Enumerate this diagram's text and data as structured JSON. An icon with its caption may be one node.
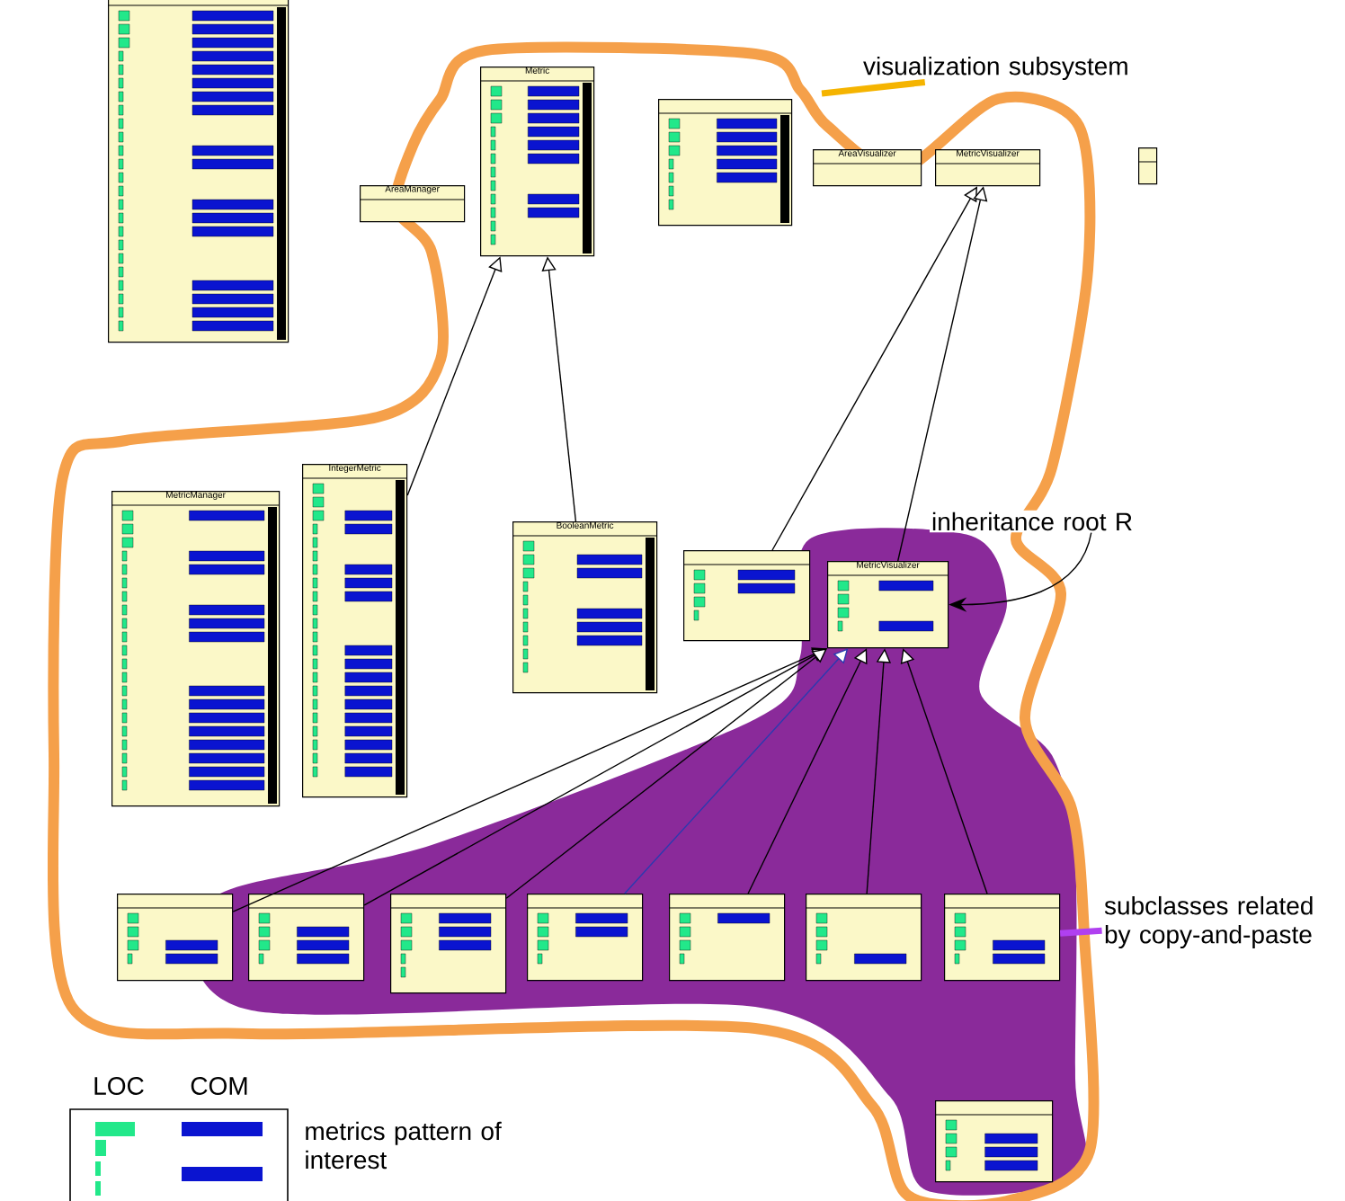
{
  "diagram": {
    "nodes": [
      {
        "text": [],
        "shape": "box"
      },
      {
        "text": [
          "AreaManager"
        ]
      },
      {
        "text": [
          "Metric"
        ]
      },
      {
        "text": [],
        "shape": "box"
      },
      {
        "text": [
          "AreaVisualizer"
        ]
      },
      {
        "text": [
          "MetricVisualizer"
        ]
      },
      {
        "text": [],
        "shape": "box"
      },
      {
        "text": [
          "MetricManager"
        ]
      },
      {
        "text": [
          "IntegerMetric"
        ]
      },
      {
        "text": [
          "BooleanMetric"
        ]
      },
      {
        "text": [],
        "shape": "box"
      },
      {
        "text": [
          "MetricVisualizer"
        ]
      },
      {
        "text": [],
        "shape": "box"
      },
      {
        "text": [],
        "shape": "box"
      },
      {
        "text": [],
        "shape": "box"
      },
      {
        "text": [],
        "shape": "box"
      },
      {
        "text": [],
        "shape": "box"
      },
      {
        "text": [],
        "shape": "box"
      },
      {
        "text": [],
        "shape": "box"
      },
      {
        "text": [],
        "shape": "box"
      },
      {
        "text": [
          "visualization subsystem"
        ]
      },
      {
        "text": [
          "inheritance root R"
        ]
      },
      {
        "text": [
          "subclasses related by copy-and-paste"
        ]
      }
    ],
    "edges": [
      {
        "from": 8,
        "to": 2,
        "arrow": "to"
      },
      {
        "from": 9,
        "to": 2,
        "arrow": "to"
      },
      {
        "from": 10,
        "to": 5,
        "arrow": "to"
      },
      {
        "from": 11,
        "to": 5,
        "arrow": "to"
      },
      {
        "from": 12,
        "to": 11,
        "arrow": "to"
      },
      {
        "from": 13,
        "to": 11,
        "arrow": "to"
      },
      {
        "from": 14,
        "to": 11,
        "arrow": "to"
      },
      {
        "from": 15,
        "to": 11,
        "arrow": "to",
        "color": "#2a3ab0"
      },
      {
        "from": 16,
        "to": 11,
        "arrow": "to"
      },
      {
        "from": 17,
        "to": 11,
        "arrow": "to"
      },
      {
        "from": 18,
        "to": 11,
        "arrow": "to"
      },
      {
        "from": 20,
        "to": null,
        "arrow": "none",
        "style": "thick",
        "color": "#f5b400"
      },
      {
        "from": 21,
        "to": 11,
        "arrow": "to"
      },
      {
        "from": 22,
        "to": 18,
        "arrow": "none",
        "style": "thick",
        "color": "#b040f0"
      }
    ],
    "labels": [
      "LOC",
      "COM"
    ],
    "legend": [
      {
        "text": "metrics pattern of interest"
      }
    ]
  }
}
